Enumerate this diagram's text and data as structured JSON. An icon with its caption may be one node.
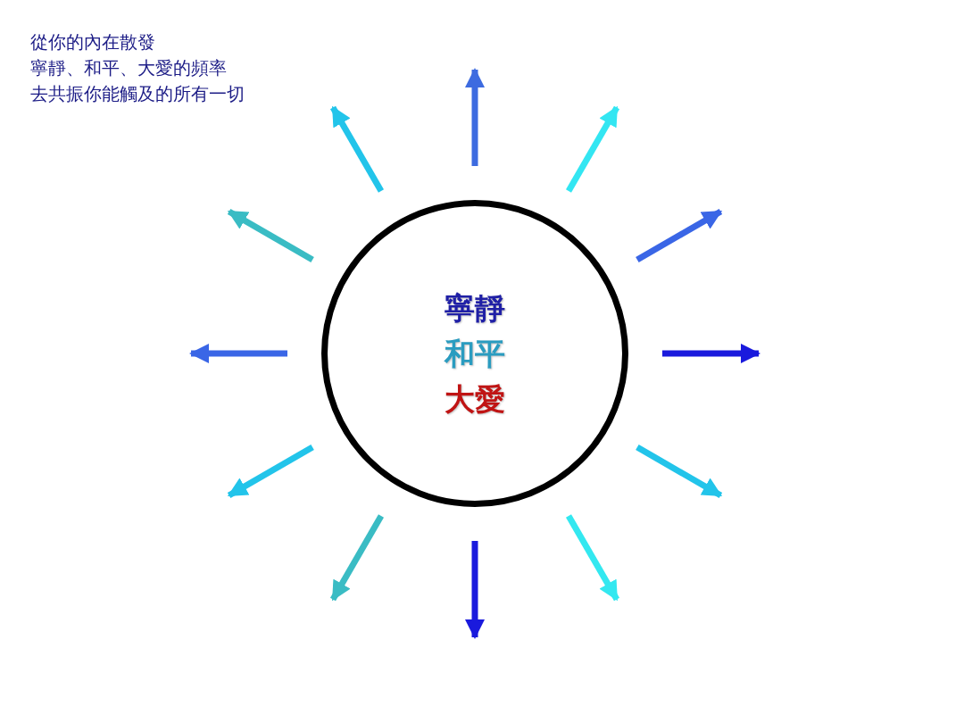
{
  "diagram": {
    "nodes": [
      {
        "text": [
          "寧靜",
          "和平",
          "大愛"
        ]
      }
    ],
    "labels": [
      "從你的內在散發",
      "寧靜、和平、大愛的頻率",
      "去共振你能觸及的所有一切"
    ]
  }
}
